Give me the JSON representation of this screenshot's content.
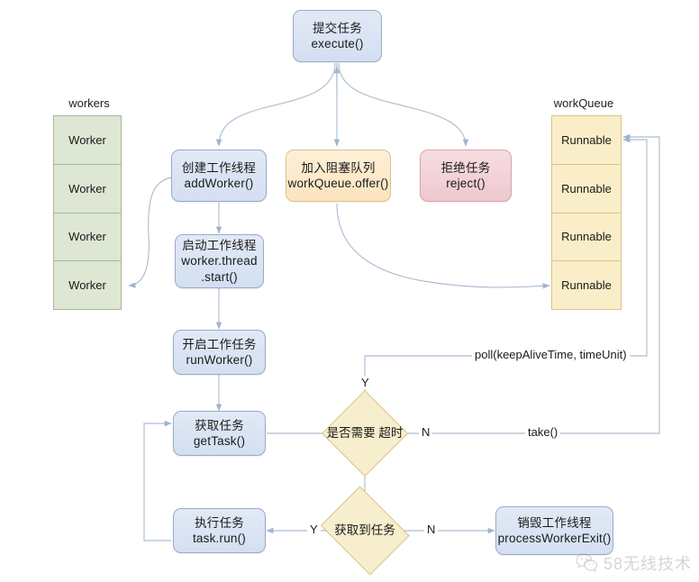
{
  "diagram": {
    "title": "Java ThreadPoolExecutor execute() flow",
    "watermark": {
      "text": "58无线技术",
      "icon": "wechat-icon"
    },
    "colors": {
      "process": "#d8e2f3",
      "process_border": "#9aabc9",
      "queue_amber": "#fbe4bd",
      "queue_amber_border": "#dfc08a",
      "reject_rose": "#eec8cf",
      "reject_rose_border": "#d9a3ab",
      "decision": "#f7eecd",
      "decision_border": "#d8c389",
      "workers_green": "#dde7d3",
      "workers_green_border": "#a9b79a",
      "edge": "#aebdd2",
      "text": "#1a1a1a"
    },
    "nodes": {
      "execute": {
        "line1": "提交任务",
        "line2": "execute()"
      },
      "add_worker": {
        "line1": "创建工作线程",
        "line2": "addWorker()"
      },
      "offer": {
        "line1": "加入阻塞队列",
        "line2": "workQueue.offer()"
      },
      "reject": {
        "line1": "拒绝任务",
        "line2": "reject()"
      },
      "start_thread": {
        "line1": "启动工作线程",
        "line2": "worker.thread",
        "line3": ".start()"
      },
      "run_worker": {
        "line1": "开启工作任务",
        "line2": "runWorker()"
      },
      "get_task": {
        "line1": "获取任务",
        "line2": "getTask()"
      },
      "task_run": {
        "line1": "执行任务",
        "line2": "task.run()"
      },
      "process_worker_exit": {
        "line1": "销毁工作线程",
        "line2": "processWorkerExit()"
      }
    },
    "decisions": {
      "need_timeout": {
        "line1": "是否需要",
        "line2": "超时"
      },
      "got_task": {
        "line1": "获取到任务",
        "line2": ""
      }
    },
    "stacks": {
      "workers": {
        "title": "workers",
        "cells": [
          "Worker",
          "Worker",
          "Worker",
          "Worker"
        ]
      },
      "work_queue": {
        "title": "workQueue",
        "cells": [
          "Runnable",
          "Runnable",
          "Runnable",
          "Runnable"
        ]
      }
    },
    "edge_labels": {
      "timeout_yes": "Y",
      "timeout_no": "N",
      "poll": "poll(keepAliveTime, timeUnit)",
      "take": "take()",
      "got_task_yes": "Y",
      "got_task_no": "N"
    }
  }
}
